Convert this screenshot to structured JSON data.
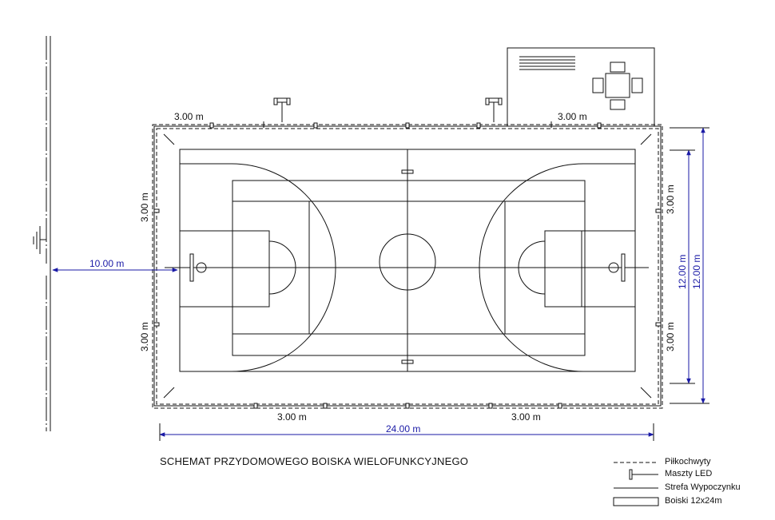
{
  "dimensions": {
    "top_left_gap": "3.00 m",
    "top_right_gap": "3.00 m",
    "left_upper_gap": "3.00 m",
    "left_lower_gap": "3.00 m",
    "right_upper_gap": "3.00 m",
    "right_lower_gap": "3.00 m",
    "bottom_left_gap": "3.00 m",
    "bottom_right_gap": "3.00 m",
    "offset_to_fence": "10.00 m",
    "total_length": "24.00 m",
    "total_width_inner": "12.00 m",
    "total_width_outer": "12.00 m"
  },
  "title": "SCHEMAT PRZYDOMOWEGO BOISKA WIELOFUNKCYJNEGO",
  "legend": [
    {
      "symbol": "dashed-line",
      "label": "Piłkochwyty"
    },
    {
      "symbol": "mast",
      "label": "Maszty LED"
    },
    {
      "symbol": "solid-line",
      "label": "Strefa Wypoczynku"
    },
    {
      "symbol": "rectangle",
      "label": "Boiski 12x24m"
    }
  ],
  "colors": {
    "dimension": "#1a1aa6",
    "line": "#111111"
  }
}
